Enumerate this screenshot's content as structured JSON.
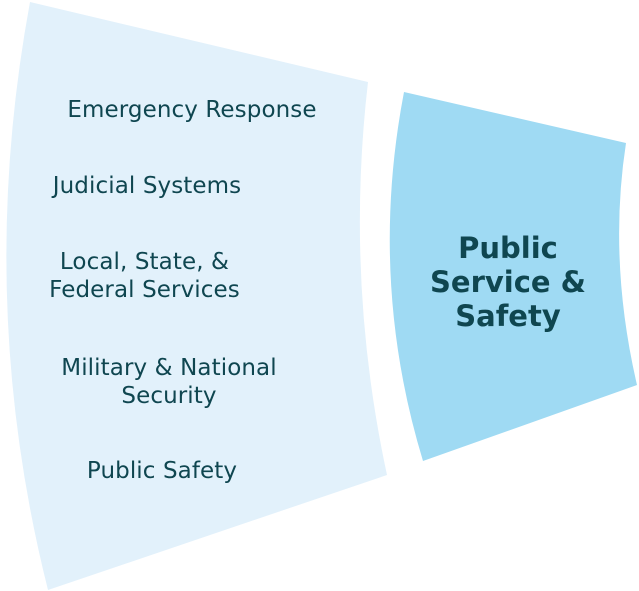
{
  "colors": {
    "left_panel_fill": "#e2f1fb",
    "right_panel_fill": "#9fdaf3",
    "text": "#0f4650"
  },
  "category": {
    "title": "Public\nService &\nSafety"
  },
  "subcategories": [
    {
      "label": "Emergency Response"
    },
    {
      "label": "Judicial Systems"
    },
    {
      "label": "Local, State, &\nFederal Services"
    },
    {
      "label": "Military & National\nSecurity"
    },
    {
      "label": "Public Safety"
    }
  ]
}
